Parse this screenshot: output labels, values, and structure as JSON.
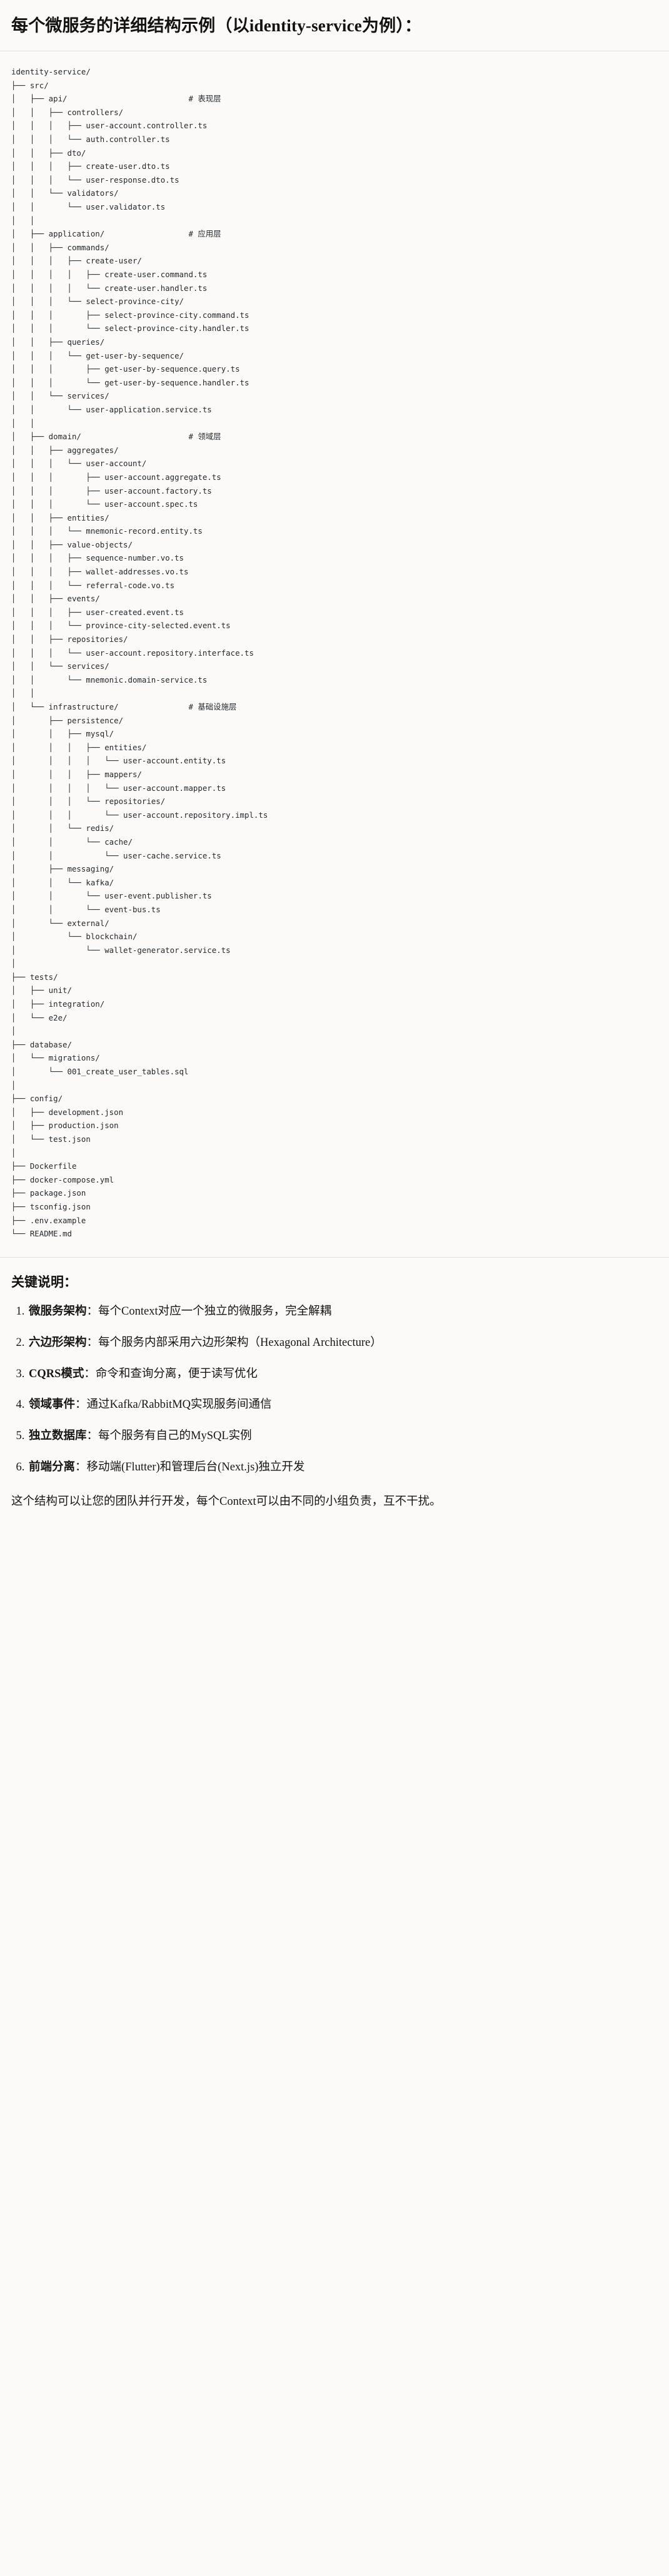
{
  "heading": {
    "title": "每个微服务的详细结构示例（以identity-service为例）："
  },
  "tree": {
    "root_label": "identity-service/",
    "text": "identity-service/\n├── src/\n│   ├── api/                          # 表现层\n│   │   ├── controllers/\n│   │   │   ├── user-account.controller.ts\n│   │   │   └── auth.controller.ts\n│   │   ├── dto/\n│   │   │   ├── create-user.dto.ts\n│   │   │   └── user-response.dto.ts\n│   │   └── validators/\n│   │       └── user.validator.ts\n│   │\n│   ├── application/                  # 应用层\n│   │   ├── commands/\n│   │   │   ├── create-user/\n│   │   │   │   ├── create-user.command.ts\n│   │   │   │   └── create-user.handler.ts\n│   │   │   └── select-province-city/\n│   │   │       ├── select-province-city.command.ts\n│   │   │       └── select-province-city.handler.ts\n│   │   ├── queries/\n│   │   │   └── get-user-by-sequence/\n│   │   │       ├── get-user-by-sequence.query.ts\n│   │   │       └── get-user-by-sequence.handler.ts\n│   │   └── services/\n│   │       └── user-application.service.ts\n│   │\n│   ├── domain/                       # 领域层\n│   │   ├── aggregates/\n│   │   │   └── user-account/\n│   │   │       ├── user-account.aggregate.ts\n│   │   │       ├── user-account.factory.ts\n│   │   │       └── user-account.spec.ts\n│   │   ├── entities/\n│   │   │   └── mnemonic-record.entity.ts\n│   │   ├── value-objects/\n│   │   │   ├── sequence-number.vo.ts\n│   │   │   ├── wallet-addresses.vo.ts\n│   │   │   └── referral-code.vo.ts\n│   │   ├── events/\n│   │   │   ├── user-created.event.ts\n│   │   │   └── province-city-selected.event.ts\n│   │   ├── repositories/\n│   │   │   └── user-account.repository.interface.ts\n│   │   └── services/\n│   │       └── mnemonic.domain-service.ts\n│   │\n│   └── infrastructure/               # 基础设施层\n│       ├── persistence/\n│       │   ├── mysql/\n│       │   │   ├── entities/\n│       │   │   │   └── user-account.entity.ts\n│       │   │   ├── mappers/\n│       │   │   │   └── user-account.mapper.ts\n│       │   │   └── repositories/\n│       │   │       └── user-account.repository.impl.ts\n│       │   └── redis/\n│       │       └── cache/\n│       │           └── user-cache.service.ts\n│       ├── messaging/\n│       │   └── kafka/\n│       │       └── user-event.publisher.ts\n│       │       └── event-bus.ts\n│       └── external/\n│           └── blockchain/\n│               └── wallet-generator.service.ts\n│\n├── tests/\n│   ├── unit/\n│   ├── integration/\n│   └── e2e/\n│\n├── database/\n│   └── migrations/\n│       └── 001_create_user_tables.sql\n│\n├── config/\n│   ├── development.json\n│   ├── production.json\n│   └── test.json\n│\n├── Dockerfile\n├── docker-compose.yml\n├── package.json\n├── tsconfig.json\n├── .env.example\n└── README.md",
    "layer_comments": [
      "# 表现层",
      "# 应用层",
      "# 领域层",
      "# 基础设施层"
    ]
  },
  "notes": {
    "title": "关键说明：",
    "items": [
      {
        "term": "微服务架构",
        "sep": "：",
        "desc": "每个Context对应一个独立的微服务，完全解耦"
      },
      {
        "term": "六边形架构",
        "sep": "：",
        "desc": "每个服务内部采用六边形架构（Hexagonal Architecture）"
      },
      {
        "term": "CQRS模式",
        "sep": "：",
        "desc": "命令和查询分离，便于读写优化"
      },
      {
        "term": "领域事件",
        "sep": "：",
        "desc": "通过Kafka/RabbitMQ实现服务间通信"
      },
      {
        "term": "独立数据库",
        "sep": "：",
        "desc": "每个服务有自己的MySQL实例"
      },
      {
        "term": "前端分离",
        "sep": "：",
        "desc": "移动端(Flutter)和管理后台(Next.js)独立开发"
      }
    ],
    "closing": "这个结构可以让您的团队并行开发，每个Context可以由不同的小组负责，互不干扰。"
  }
}
